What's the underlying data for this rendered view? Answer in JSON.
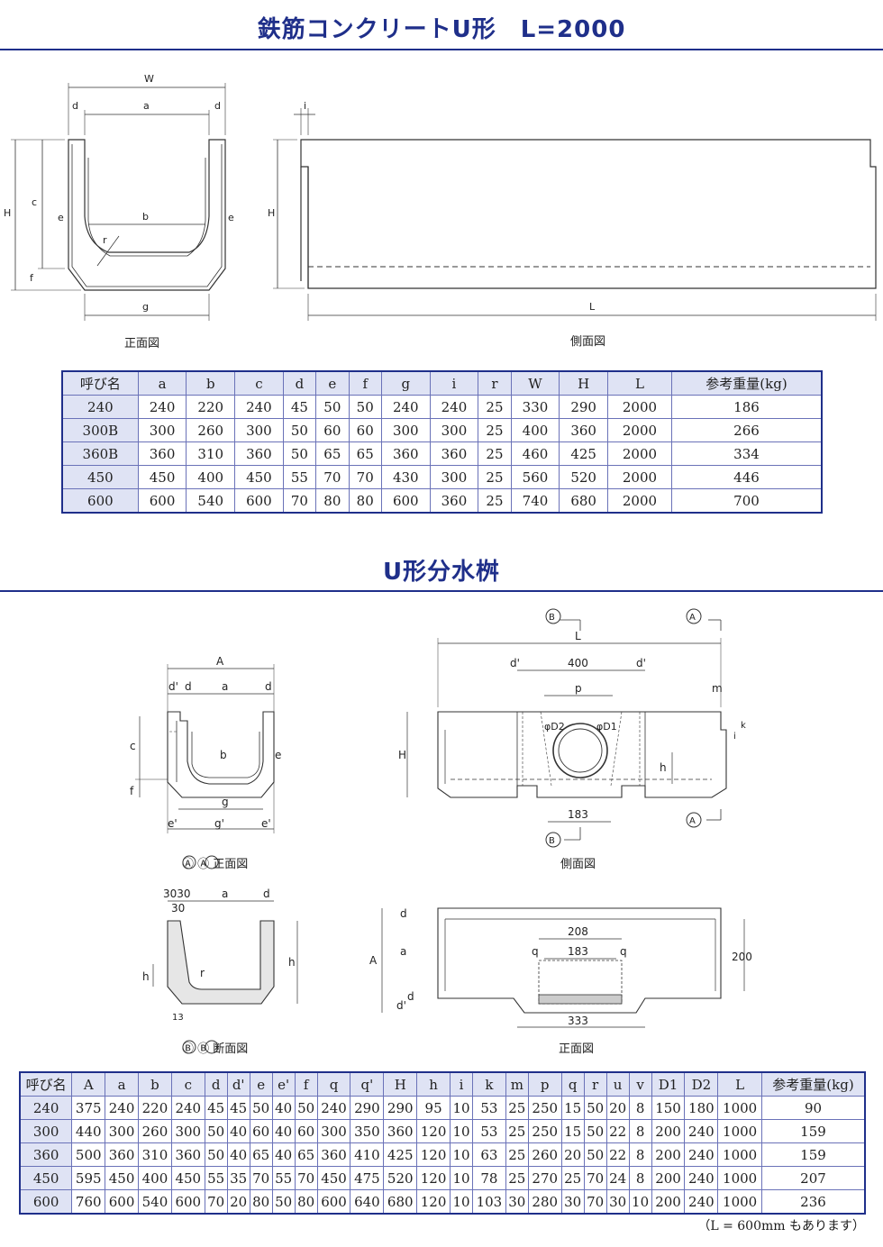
{
  "section1": {
    "title": "鉄筋コンクリートU形　L=2000",
    "front_caption": "正面図",
    "side_caption": "側面図",
    "front_labels": {
      "W": "W",
      "d": "d",
      "a": "a",
      "H": "H",
      "c": "c",
      "e": "e",
      "b": "b",
      "r": "r",
      "f": "f",
      "g": "g"
    },
    "side_labels": {
      "i": "i",
      "H": "H",
      "L": "L"
    },
    "table": {
      "headers": [
        "呼び名",
        "a",
        "b",
        "c",
        "d",
        "e",
        "f",
        "g",
        "i",
        "r",
        "W",
        "H",
        "L",
        "参考重量(kg)"
      ],
      "rows": [
        [
          "240",
          "240",
          "220",
          "240",
          "45",
          "50",
          "50",
          "240",
          "240",
          "25",
          "330",
          "290",
          "2000",
          "186"
        ],
        [
          "300B",
          "300",
          "260",
          "300",
          "50",
          "60",
          "60",
          "300",
          "300",
          "25",
          "400",
          "360",
          "2000",
          "266"
        ],
        [
          "360B",
          "360",
          "310",
          "360",
          "50",
          "65",
          "65",
          "360",
          "360",
          "25",
          "460",
          "425",
          "2000",
          "334"
        ],
        [
          "450",
          "450",
          "400",
          "450",
          "55",
          "70",
          "70",
          "430",
          "300",
          "25",
          "560",
          "520",
          "2000",
          "446"
        ],
        [
          "600",
          "600",
          "540",
          "600",
          "70",
          "80",
          "80",
          "600",
          "360",
          "25",
          "740",
          "680",
          "2000",
          "700"
        ]
      ]
    }
  },
  "section2": {
    "title": "U形分水桝",
    "front_caption": "Ⓐ Ⓐ 正面図",
    "side_caption": "側面図",
    "section_caption": "Ⓑ Ⓑ 断面図",
    "plan_caption": "正面図",
    "front_labels": {
      "A": "A",
      "d_prime": "d'",
      "d": "d",
      "a": "a",
      "c": "c",
      "b": "b",
      "e": "e",
      "f": "f",
      "g": "g",
      "g_prime": "g'",
      "e_prime": "e'"
    },
    "side_labels": {
      "B": "B",
      "A": "A",
      "L": "L",
      "d_prime": "d'",
      "dim400": "400",
      "p": "p",
      "m": "m",
      "D2": "φD2",
      "D1": "φD1",
      "H": "H",
      "h": "h",
      "i": "i",
      "k": "k",
      "dim183": "183"
    },
    "section_labels": {
      "d3030": "3030",
      "d30": "30",
      "a": "a",
      "d": "d",
      "h1": "h",
      "h2": "h",
      "r": "r",
      "d13": "13"
    },
    "plan_labels": {
      "d": "d",
      "a": "a",
      "A": "A",
      "d_prime": "d'",
      "d2": "d",
      "dim208": "208",
      "dim183": "183",
      "q1": "q",
      "q2": "q",
      "dim200": "200",
      "dim333": "333"
    },
    "table": {
      "headers": [
        "呼び名",
        "A",
        "a",
        "b",
        "c",
        "d",
        "d'",
        "e",
        "e'",
        "f",
        "q",
        "q'",
        "H",
        "h",
        "i",
        "k",
        "m",
        "p",
        "q",
        "r",
        "u",
        "v",
        "D1",
        "D2",
        "L",
        "参考重量(kg)"
      ],
      "rows": [
        [
          "240",
          "375",
          "240",
          "220",
          "240",
          "45",
          "45",
          "50",
          "40",
          "50",
          "240",
          "290",
          "290",
          "95",
          "10",
          "53",
          "25",
          "250",
          "15",
          "50",
          "20",
          "8",
          "150",
          "180",
          "1000",
          "90"
        ],
        [
          "300",
          "440",
          "300",
          "260",
          "300",
          "50",
          "40",
          "60",
          "40",
          "60",
          "300",
          "350",
          "360",
          "120",
          "10",
          "53",
          "25",
          "250",
          "15",
          "50",
          "22",
          "8",
          "200",
          "240",
          "1000",
          "159"
        ],
        [
          "360",
          "500",
          "360",
          "310",
          "360",
          "50",
          "40",
          "65",
          "40",
          "65",
          "360",
          "410",
          "425",
          "120",
          "10",
          "63",
          "25",
          "260",
          "20",
          "50",
          "22",
          "8",
          "200",
          "240",
          "1000",
          "159"
        ],
        [
          "450",
          "595",
          "450",
          "400",
          "450",
          "55",
          "35",
          "70",
          "55",
          "70",
          "450",
          "475",
          "520",
          "120",
          "10",
          "78",
          "25",
          "270",
          "25",
          "70",
          "24",
          "8",
          "200",
          "240",
          "1000",
          "207"
        ],
        [
          "600",
          "760",
          "600",
          "540",
          "600",
          "70",
          "20",
          "80",
          "50",
          "80",
          "600",
          "640",
          "680",
          "120",
          "10",
          "103",
          "30",
          "280",
          "30",
          "70",
          "30",
          "10",
          "200",
          "240",
          "1000",
          "236"
        ]
      ]
    },
    "note": "（L = 600mm もあります）"
  },
  "colors": {
    "accent": "#1f2f8a",
    "header_bg": "#dfe3f4",
    "grid": "#6a72b8"
  }
}
